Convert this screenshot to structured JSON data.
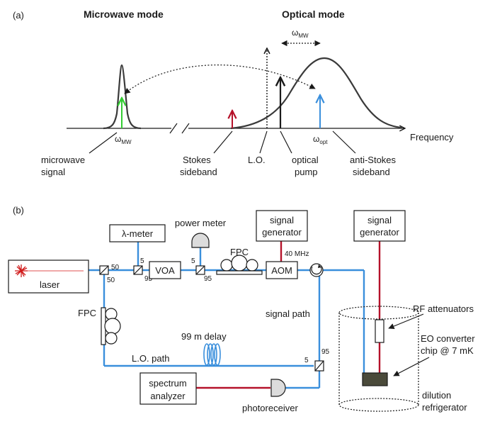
{
  "panel_a": {
    "label": "(a)",
    "microwave_title": "Microwave mode",
    "optical_title": "Optical mode",
    "omega_mw_spacing": "ω",
    "omega_mw_spacing_sub": "MW",
    "axis_label": "Frequency",
    "omega_mw": "ω",
    "omega_mw_sub": "MW",
    "omega_opt": "ω",
    "omega_opt_sub": "opt",
    "labels": {
      "microwave_signal_1": "microwave",
      "microwave_signal_2": "signal",
      "stokes_1": "Stokes",
      "stokes_2": "sideband",
      "lo": "L.O.",
      "pump_1": "optical",
      "pump_2": "pump",
      "anti_stokes_1": "anti-Stokes",
      "anti_stokes_2": "sideband"
    },
    "colors": {
      "microwave_arrow": "#33cc33",
      "stokes_arrow": "#b5122a",
      "anti_stokes_arrow": "#3a8fdc",
      "pump_arrow": "#1a1a1a"
    }
  },
  "panel_b": {
    "label": "(b)",
    "laser": "laser",
    "lambda_meter": "λ-meter",
    "power_meter": "power meter",
    "voa": "VOA",
    "fpc_top": "FPC",
    "fpc_left": "FPC",
    "aom": "AOM",
    "signal_generator_1_line1": "signal",
    "signal_generator_1_line2": "generator",
    "signal_generator_2_line1": "signal",
    "signal_generator_2_line2": "generator",
    "rf_freq": "40 MHz",
    "signal_path": "signal path",
    "lo_path": "L.O. path",
    "delay": "99 m delay",
    "spectrum_analyzer_line1": "spectrum",
    "spectrum_analyzer_line2": "analyzer",
    "photoreceiver": "photoreceiver",
    "rf_attenuators": "RF attenuators",
    "eo_chip_line1": "EO converter",
    "eo_chip_line2": "chip @ 7 mK",
    "dilution_line1": "dilution",
    "dilution_line2": "refrigerator",
    "split_labels": {
      "s1_out_top": "50",
      "s1_out_bottom": "50",
      "s2_top": "5",
      "s2_right": "95",
      "s3_top": "5",
      "s3_right": "95",
      "s4_left": "5",
      "s4_top": "95"
    },
    "colors": {
      "optical_fiber": "#3a8fdc",
      "rf_cable": "#b5122a"
    }
  }
}
